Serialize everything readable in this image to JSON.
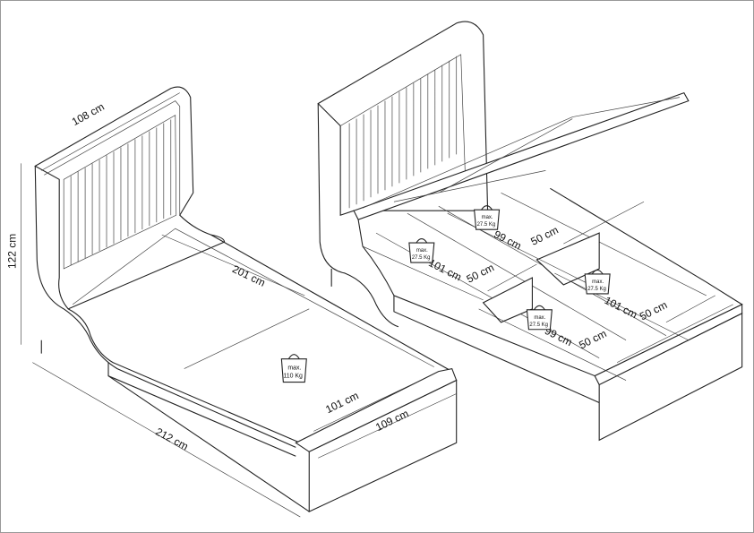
{
  "left_bed": {
    "dims": {
      "headboard_width": "108 cm",
      "height": "122 cm",
      "inner_length": "201 cm",
      "total_length": "212 cm",
      "inner_width": "101 cm",
      "total_width": "109 cm"
    },
    "load": {
      "line1": "max.",
      "line2": "110 Kg"
    }
  },
  "right_bed": {
    "dims": [
      {
        "length": "99 cm",
        "width": "50 cm"
      },
      {
        "length": "101 cm",
        "width": "50 cm"
      },
      {
        "length": "101 cm",
        "width": "50 cm"
      },
      {
        "length": "99 cm",
        "width": "50 cm"
      }
    ],
    "load": {
      "line1": "max.",
      "line2": "27.5 Kg"
    }
  }
}
